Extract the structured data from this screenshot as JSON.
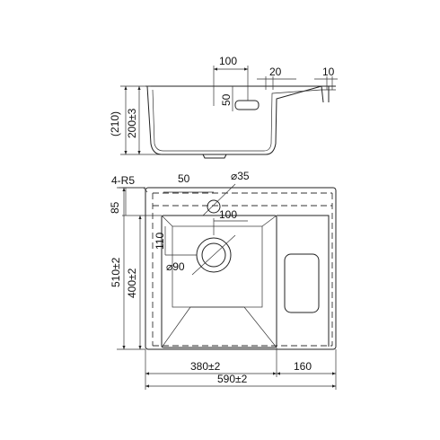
{
  "side_view": {
    "labels": {
      "opening_width": "100",
      "opening_height": "50",
      "flange_right": "20",
      "flange_far": "10",
      "total_depth": "(210)",
      "bowl_depth": "200±3"
    }
  },
  "top_view": {
    "labels": {
      "corner_radius": "4-R5",
      "tap_offset": "50",
      "tap_hole": "⌀35",
      "top_margin": "85",
      "drain_offset_x": "100",
      "drain_offset_y": "110",
      "drain_diameter": "⌀90",
      "total_height": "510±2",
      "bowl_height": "400±2",
      "bowl_width": "380±2",
      "drainer_width": "160",
      "total_width": "590±2"
    }
  }
}
